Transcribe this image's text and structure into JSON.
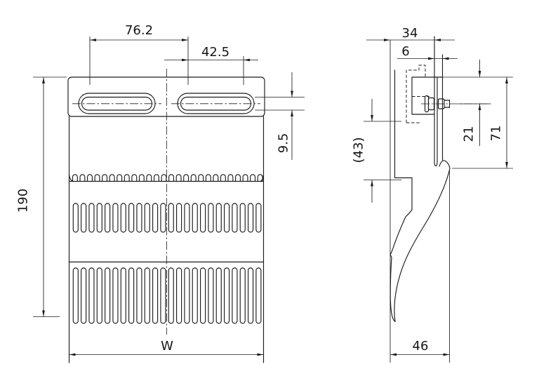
{
  "drawing": {
    "description": "two-view technical drawing of slotted mud-flap with mounting bracket",
    "colors": {
      "line": "#1c1c1c",
      "background": "#ffffff"
    },
    "front_view": {
      "dims": {
        "slot_spacing": "76.2",
        "slot_length": "42.5",
        "slot_height": "9.5",
        "overall_height": "190",
        "overall_width": "W"
      },
      "patterns": {
        "scallop_count": 26,
        "mid_slot_count": 24,
        "long_slot_count": 24,
        "mounting_slot_count": 2
      }
    },
    "side_view": {
      "dims": {
        "top_depth": "34",
        "plate_thickness": "6",
        "bracket_drop": "(43)",
        "bolt_center_offset": "21",
        "rigid_height": "71",
        "bottom_depth": "46"
      }
    }
  }
}
